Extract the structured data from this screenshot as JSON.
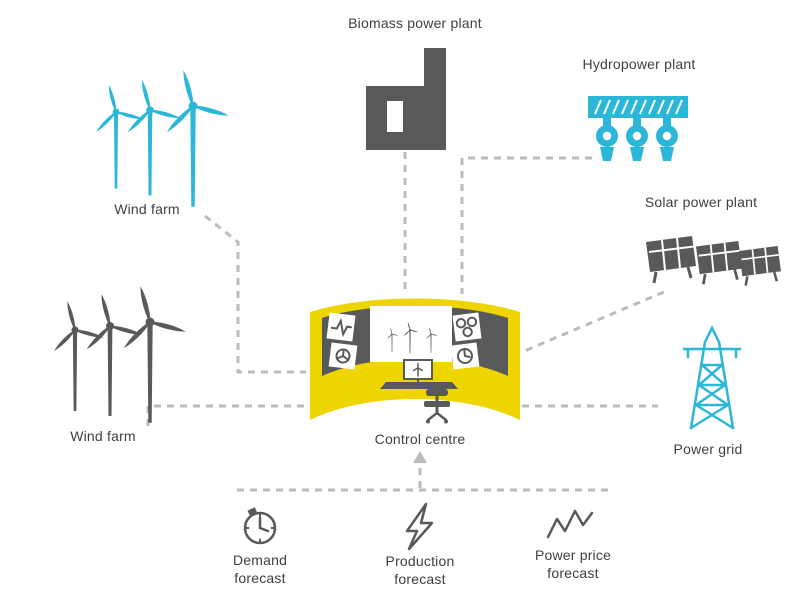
{
  "diagram": {
    "background": "#ffffff",
    "colors": {
      "cyan": "#2cb7d8",
      "dark_gray": "#58595b",
      "yellow": "#eed500",
      "connector_gray": "#bcbcbc",
      "label_text": "#3f3f42"
    },
    "nodes": {
      "wind_farm_top": {
        "label": "Wind farm",
        "icon": "wind-turbines-cyan"
      },
      "biomass": {
        "label": "Biomass power plant",
        "icon": "factory-with-chimney"
      },
      "hydro": {
        "label": "Hydropower plant",
        "icon": "dam-with-turbines"
      },
      "solar": {
        "label": "Solar power plant",
        "icon": "solar-panels"
      },
      "power_grid": {
        "label": "Power grid",
        "icon": "transmission-tower"
      },
      "wind_farm_bottom": {
        "label": "Wind farm",
        "icon": "wind-turbines-gray"
      },
      "control_centre": {
        "label": "Control centre",
        "icon": "curved-console-screens-desk-chair"
      }
    },
    "forecasts": {
      "demand": {
        "line1": "Demand",
        "line2": "forecast",
        "icon": "clock-icon"
      },
      "production": {
        "line1": "Production",
        "line2": "forecast",
        "icon": "lightning-icon"
      },
      "price": {
        "line1": "Power price",
        "line2": "forecast",
        "icon": "zigzag-chart-icon"
      }
    }
  }
}
